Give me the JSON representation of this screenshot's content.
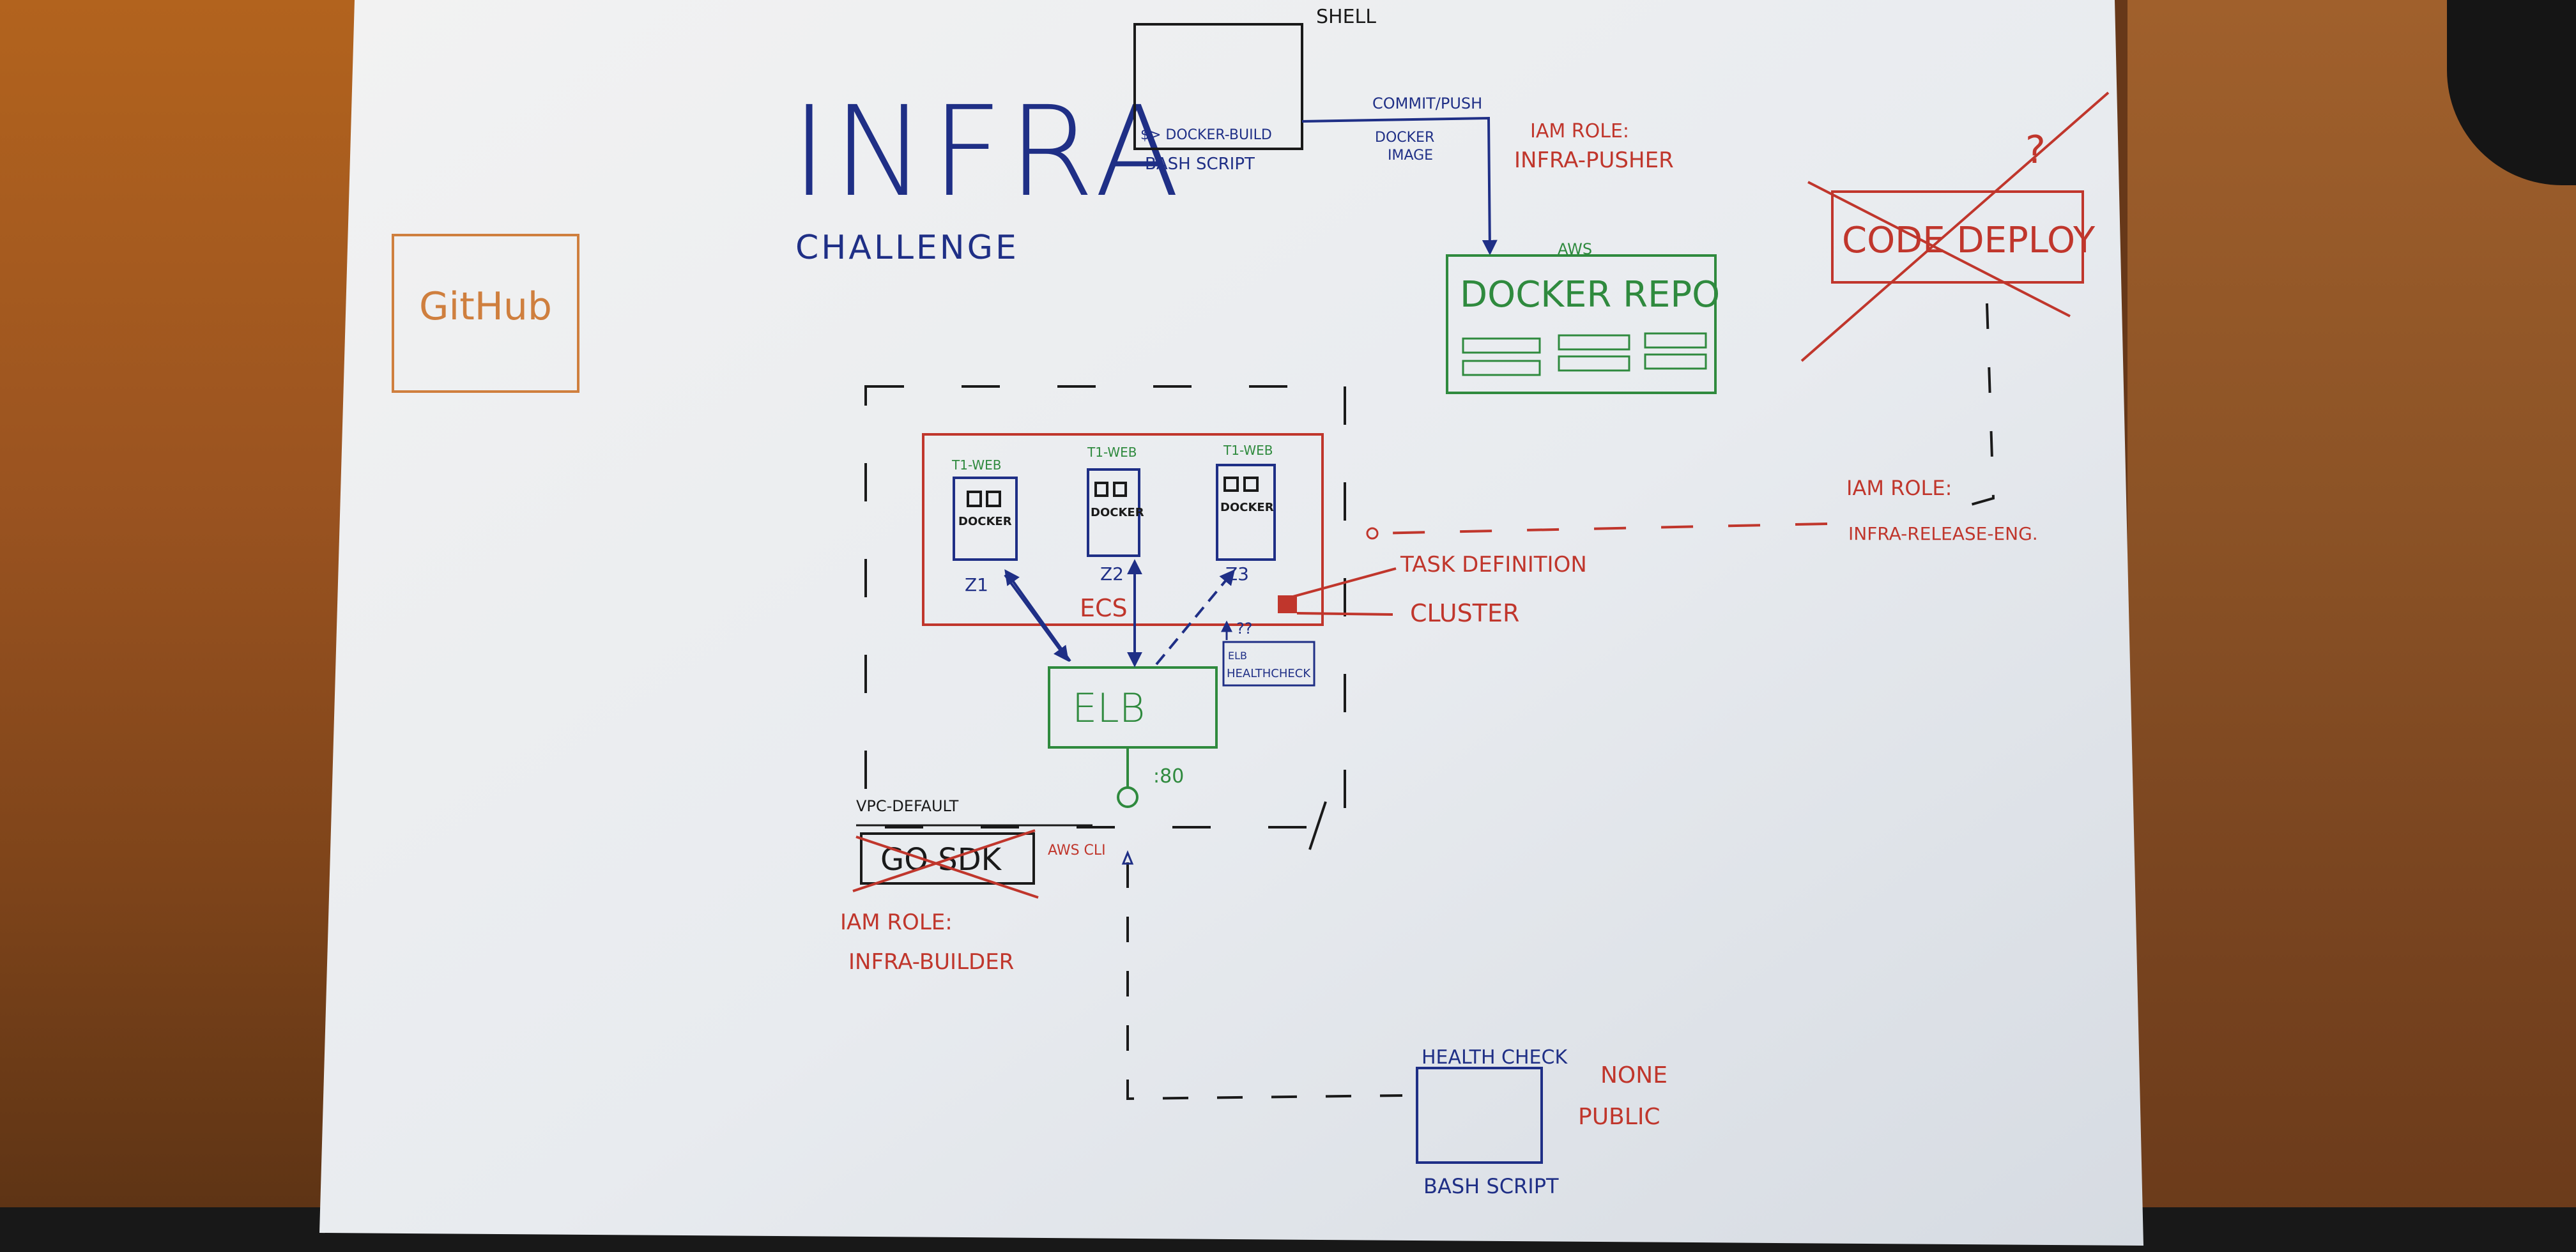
{
  "title": "INFRA",
  "subtitle": "CHALLENGE",
  "github": "GitHub",
  "shell": {
    "label": "SHELL",
    "command": "$> DOCKER-BUILD",
    "caption": "BASH SCRIPT"
  },
  "push": {
    "label": "COMMIT/PUSH",
    "sublabel_1": "DOCKER",
    "sublabel_2": "IMAGE"
  },
  "iam_pusher": {
    "label": "IAM ROLE:",
    "name": "INFRA-PUSHER"
  },
  "docker_repo": {
    "provider": "AWS",
    "label": "DOCKER REPO"
  },
  "code_deploy": {
    "label": "CODE DEPLOY",
    "mark": "?"
  },
  "iam_release": {
    "label": "IAM ROLE:",
    "name": "INFRA-RELEASE-ENG."
  },
  "ecs": {
    "label": "ECS",
    "tasks": [
      {
        "header": "T1-WEB",
        "label": "DOCKER",
        "zone": "Z1"
      },
      {
        "header": "T1-WEB",
        "label": "DOCKER",
        "zone": "Z2"
      },
      {
        "header": "T1-WEB",
        "label": "DOCKER",
        "zone": "Z3"
      }
    ],
    "task_definition": "TASK DEFINITION",
    "cluster": "CLUSTER"
  },
  "elb": {
    "label": "ELB",
    "health_check_1": "ELB",
    "health_check_2": "HEALTHCHECK",
    "port": ":80",
    "q_mark": "??"
  },
  "vpc": {
    "label": "VPC-DEFAULT"
  },
  "builder": {
    "label": "GO SDK",
    "aws_cli": "AWS CLI",
    "iam_label": "IAM ROLE:",
    "iam_name": "INFRA-BUILDER"
  },
  "health_check": {
    "label": "HEALTH CHECK",
    "caption": "BASH SCRIPT",
    "note_1": "NONE",
    "note_2": "PUBLIC"
  },
  "colors": {
    "blue_ink": "#1f2f86",
    "red_ink": "#c0362c",
    "green_ink": "#2f8a3e",
    "orange_ink": "#cf7f3e",
    "black_ink": "#1a1a1a"
  }
}
